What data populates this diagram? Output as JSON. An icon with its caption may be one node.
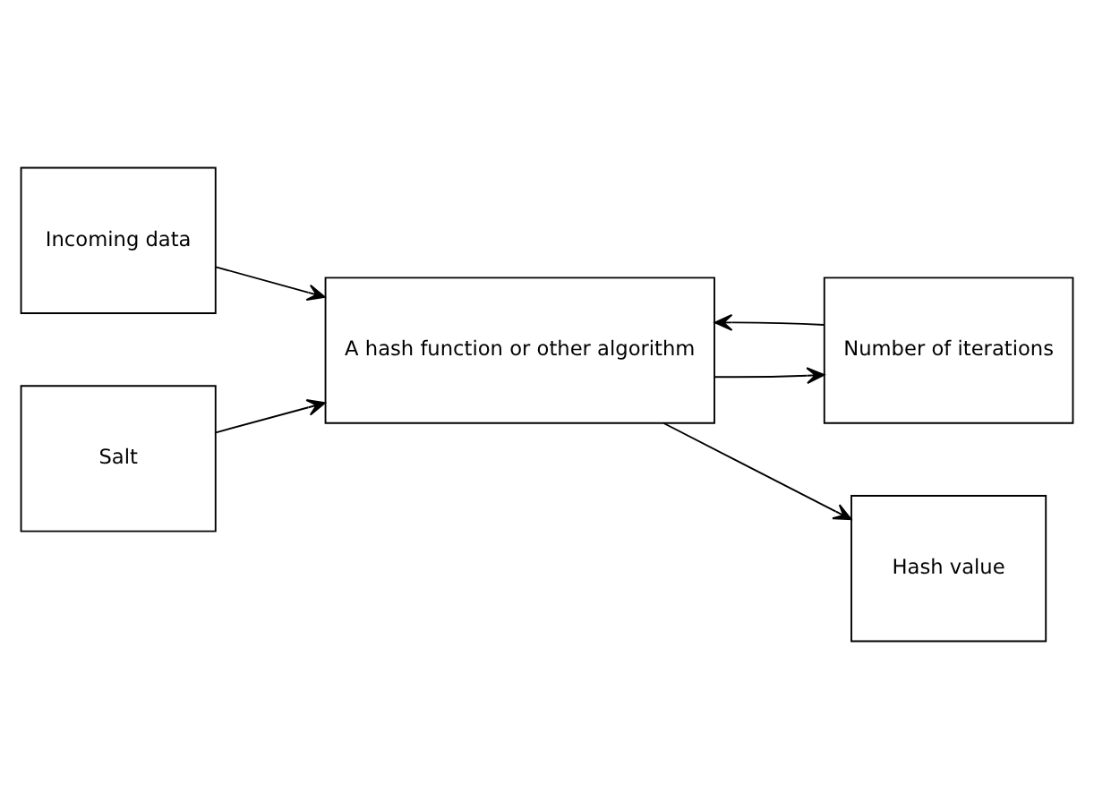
{
  "diagram": {
    "nodes": [
      {
        "text": [
          "Incoming data"
        ]
      },
      {
        "text": [
          "Number of iterations"
        ]
      },
      {
        "text": [
          "Salt"
        ]
      },
      {
        "text": [
          "A hash function or other algorithm"
        ]
      },
      {
        "text": [
          "Hash value"
        ]
      }
    ],
    "edges": [
      {
        "from": 0,
        "to": 3,
        "arrow": "to"
      },
      {
        "from": 2,
        "to": 3,
        "arrow": "to"
      },
      {
        "from": 1,
        "to": 3,
        "arrow": "to"
      },
      {
        "from": 3,
        "to": 1,
        "arrow": "to"
      },
      {
        "from": 3,
        "to": 4,
        "arrow": "to"
      }
    ]
  }
}
